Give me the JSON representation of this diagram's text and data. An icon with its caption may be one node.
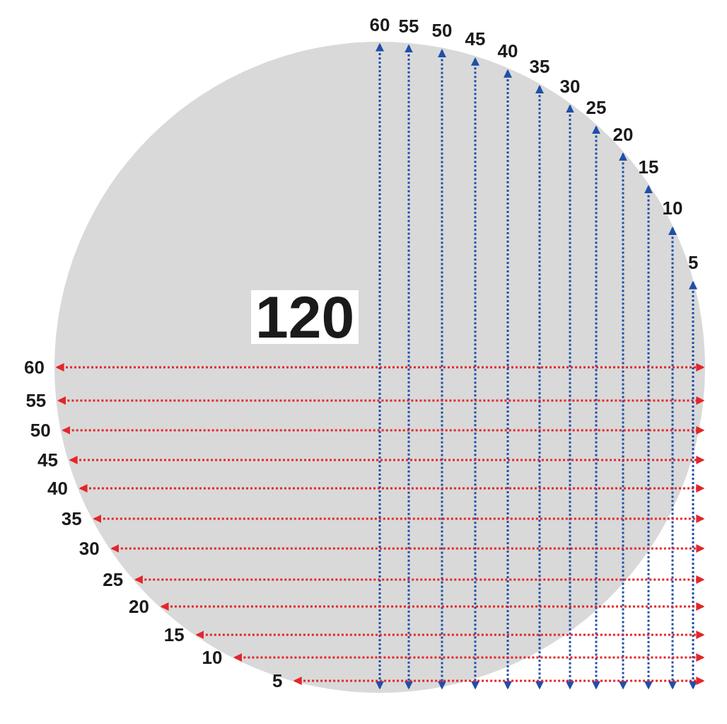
{
  "diagram": {
    "nodes": [
      {
        "text": [
          "120"
        ]
      }
    ],
    "labels": [
      "60",
      "55",
      "50",
      "45",
      "40",
      "35",
      "30",
      "25",
      "20",
      "15",
      "10",
      "5",
      "60",
      "55",
      "50",
      "45",
      "40",
      "35",
      "30",
      "25",
      "20",
      "15",
      "10",
      "5"
    ]
  }
}
